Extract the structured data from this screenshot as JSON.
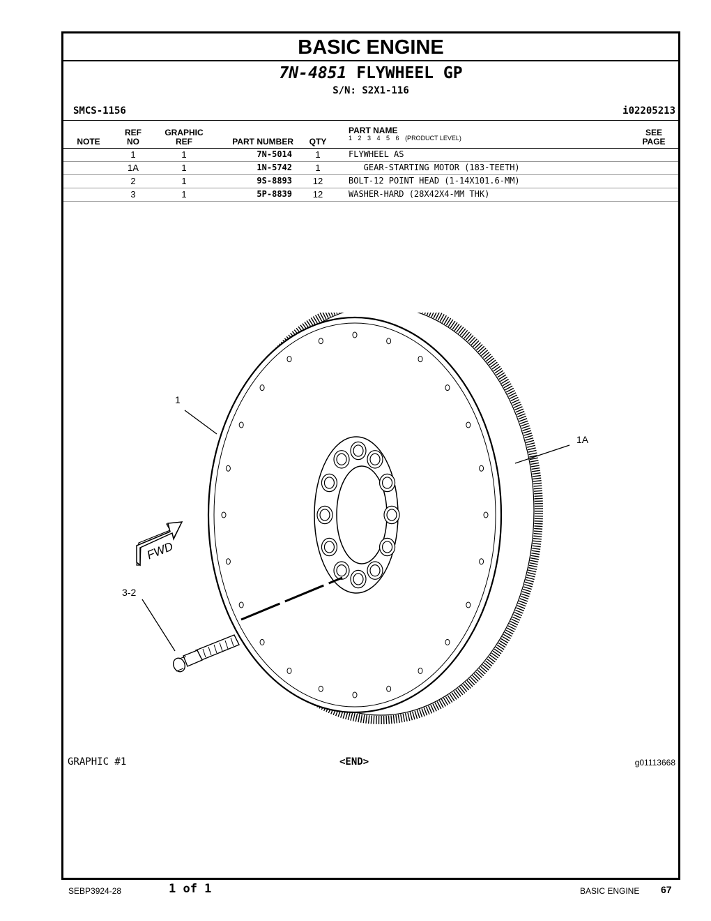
{
  "header": {
    "section_title": "BASIC ENGINE",
    "part_number": "7N-4851",
    "part_name": "FLYWHEEL GP",
    "serial": "S/N: S2X1-116",
    "smcs": "SMCS-1156",
    "illustration_id": "i02205213"
  },
  "columns": {
    "note": "NOTE",
    "ref": "REF",
    "no": "NO",
    "graphic": "GRAPHIC",
    "graphic_ref": "REF",
    "part_number": "PART NUMBER",
    "qty": "QTY",
    "part_name": "PART NAME",
    "levels": "1 2 3 4 5 6",
    "product_level": "(PRODUCT LEVEL)",
    "see": "SEE",
    "page": "PAGE"
  },
  "parts": [
    {
      "ref": "1",
      "graphic": "1",
      "part_number": "7N-5014",
      "qty": "1",
      "name": "FLYWHEEL AS"
    },
    {
      "ref": "1A",
      "graphic": "1",
      "part_number": "1N-5742",
      "qty": "1",
      "name": "   GEAR-STARTING MOTOR (183-TEETH)"
    },
    {
      "ref": "2",
      "graphic": "1",
      "part_number": "9S-8893",
      "qty": "12",
      "name": "BOLT-12 POINT HEAD (1-14X101.6-MM)"
    },
    {
      "ref": "3",
      "graphic": "1",
      "part_number": "5P-8839",
      "qty": "12",
      "name": "WASHER-HARD (28X42X4-MM THK)"
    }
  ],
  "illustration": {
    "callouts": [
      "1",
      "1A",
      "3-2"
    ],
    "fwd_label": "FWD"
  },
  "graphic_label": "GRAPHIC #1",
  "end_label": "<END>",
  "graphic_id": "g01113668",
  "footer": {
    "document": "SEBP3924-28",
    "page_of": "1 of 1",
    "section": "BASIC ENGINE",
    "page_number": "67"
  }
}
